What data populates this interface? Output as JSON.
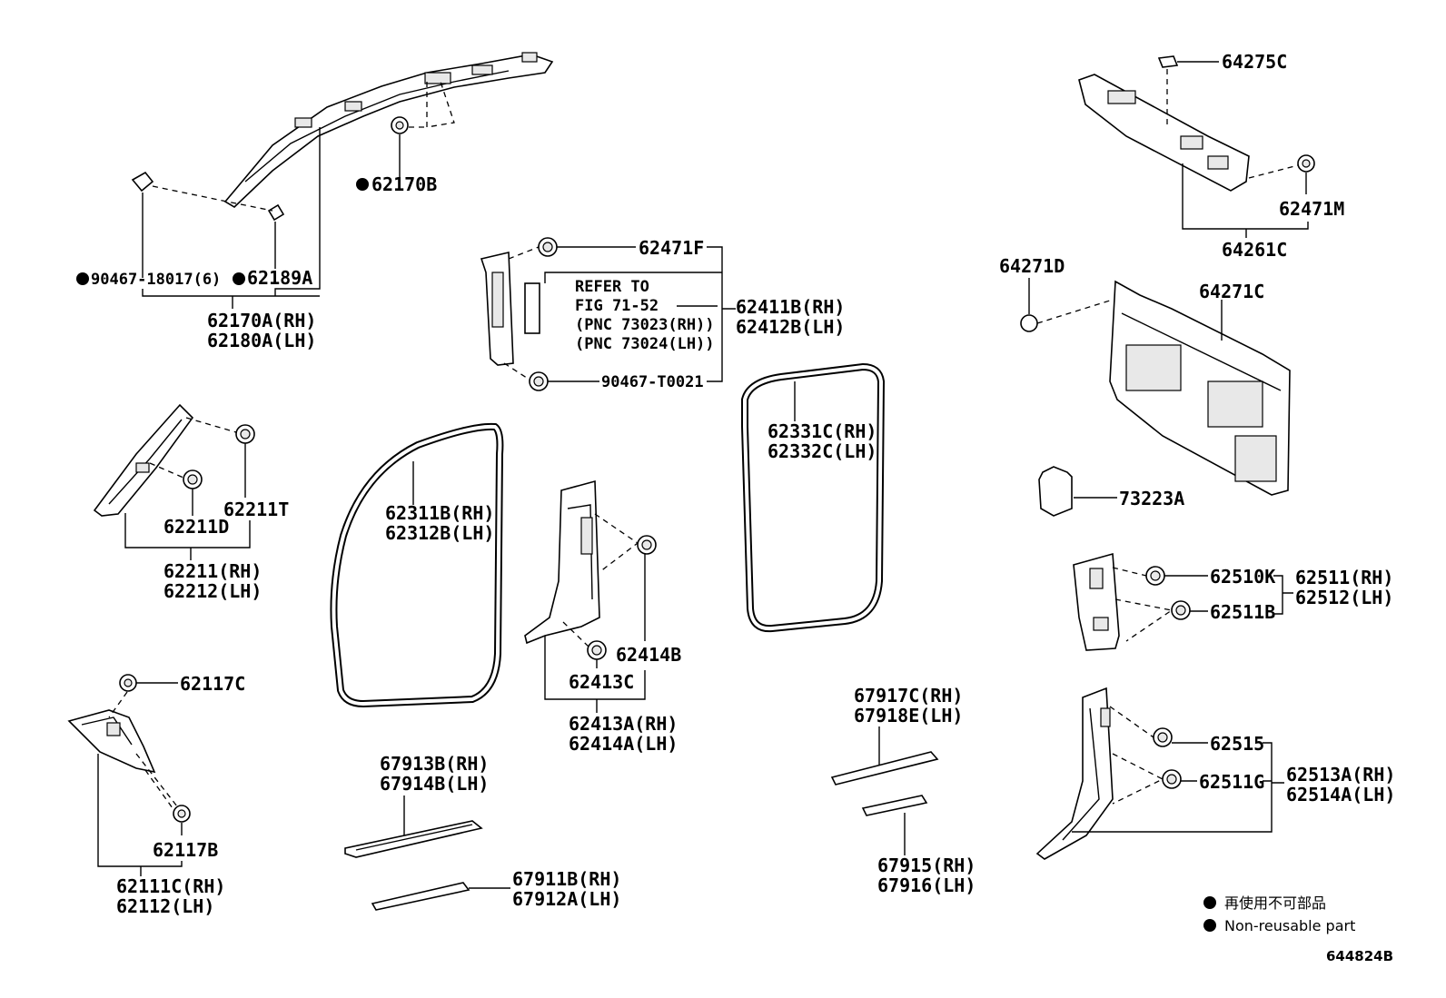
{
  "labels": {
    "p62170B": "62170B",
    "p90467_18017": "90467-18017(6)",
    "p62189A": "62189A",
    "p62170A": "62170A(RH)",
    "p62180A": "62180A(LH)",
    "p62471F": "62471F",
    "refer1": "REFER TO",
    "refer2": "FIG 71-52",
    "refer3": "(PNC 73023(RH))",
    "refer4": "(PNC 73024(LH))",
    "p62411B": "62411B(RH)",
    "p62412B": "62412B(LH)",
    "p90467_T0021": "90467-T0021",
    "p62211T": "62211T",
    "p62211D": "62211D",
    "p62211": "62211(RH)",
    "p62212": "62212(LH)",
    "p62311B": "62311B(RH)",
    "p62312B": "62312B(LH)",
    "p62331C": "62331C(RH)",
    "p62332C": "62332C(LH)",
    "p62414B": "62414B",
    "p62413C": "62413C",
    "p62413A": "62413A(RH)",
    "p62414A": "62414A(LH)",
    "p62117C": "62117C",
    "p62117B": "62117B",
    "p62111C": "62111C(RH)",
    "p62112": "62112(LH)",
    "p67913B": "67913B(RH)",
    "p67914B": "67914B(LH)",
    "p67911B": "67911B(RH)",
    "p67912A": "67912A(LH)",
    "p67917C": "67917C(RH)",
    "p67918E": "67918E(LH)",
    "p67915": "67915(RH)",
    "p67916": "67916(LH)",
    "p64275C": "64275C",
    "p62471M": "62471M",
    "p64261C": "64261C",
    "p64271D": "64271D",
    "p64271C": "64271C",
    "p73223A": "73223A",
    "p62510K": "62510K",
    "p62511B": "62511B",
    "p62511": "62511(RH)",
    "p62512": "62512(LH)",
    "p62515": "62515",
    "p62511G": "62511G",
    "p62513A": "62513A(RH)",
    "p62514A": "62514A(LH)"
  },
  "legend": {
    "jp": "再使用不可部品",
    "en": "Non-reusable part"
  },
  "figure_code": "644824B"
}
